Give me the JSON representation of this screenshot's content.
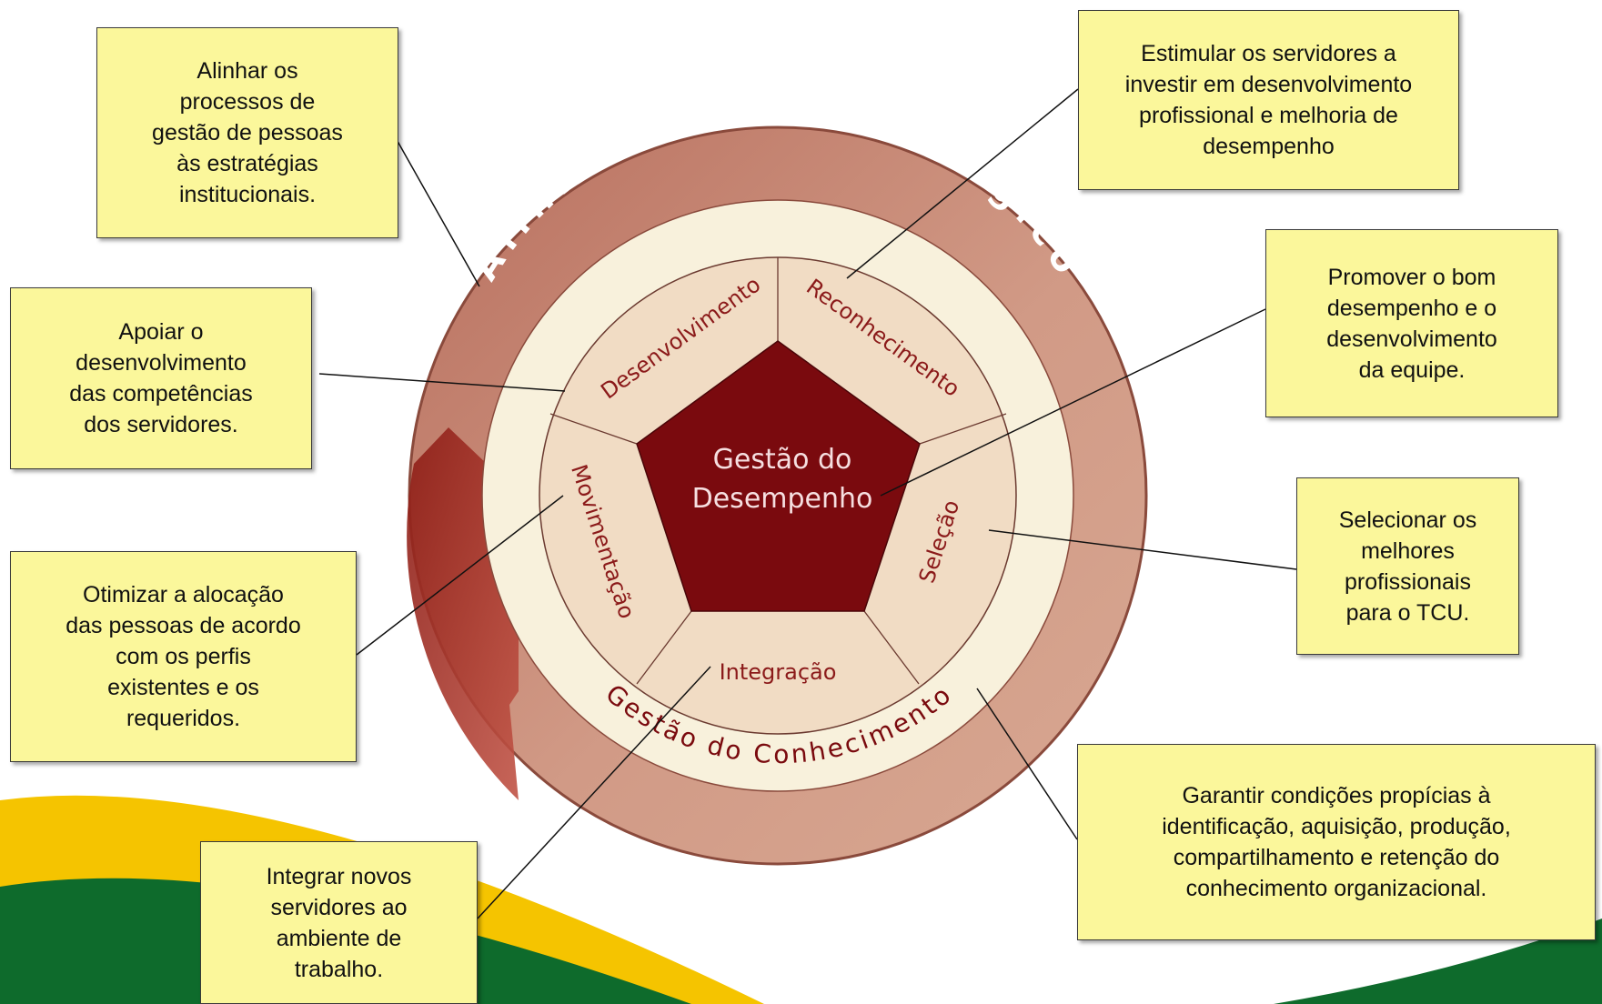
{
  "diagram": {
    "center": {
      "line1": "Gestão do",
      "line2": "Desempenho"
    },
    "segments": {
      "desenvolvimento": "Desenvolvimento",
      "reconhecimento": "Reconhecimento",
      "selecao": "Seleção",
      "integracao": "Integração",
      "movimentacao": "Movimentação"
    },
    "outer_ring_top": "Alinhamento Estratégico",
    "middle_ring_bottom": "Gestão do Conhecimento"
  },
  "callouts": {
    "alinhar": "Alinhar os\nprocessos de\ngestão de pessoas\nàs estratégias\ninstitucionais.",
    "apoiar": "Apoiar o\ndesenvolvimento\ndas competências\ndos servidores.",
    "otimizar": "Otimizar a alocação\ndas pessoas de acordo\ncom os perfis\nexistentes e os\nrequeridos.",
    "integrar": "Integrar novos\nservidores ao\nambiente de\ntrabalho.",
    "estimular": "Estimular os servidores a\ninvestir em desenvolvimento\nprofissional e melhoria de\ndesempenho",
    "promover": "Promover o bom\ndesempenho e o\ndesenvolvimento\nda equipe.",
    "selecionar": "Selecionar os\nmelhores\nprofissionais\npara o TCU.",
    "garantir": "Garantir condições propícias à\nidentificação, aquisição, produção,\ncompartilhamento e retenção do\nconhecimento organizacional."
  },
  "colors": {
    "outer_ring": "#c98b77",
    "cream_ring": "#f8f1dc",
    "segment_fill": "#f1dcc4",
    "pentagon": "#7a0a0e",
    "label_red": "#8b1a1a",
    "callout_fill": "#fbf79b",
    "brand_green": "#0e6b2c",
    "brand_yellow": "#f5c400"
  }
}
